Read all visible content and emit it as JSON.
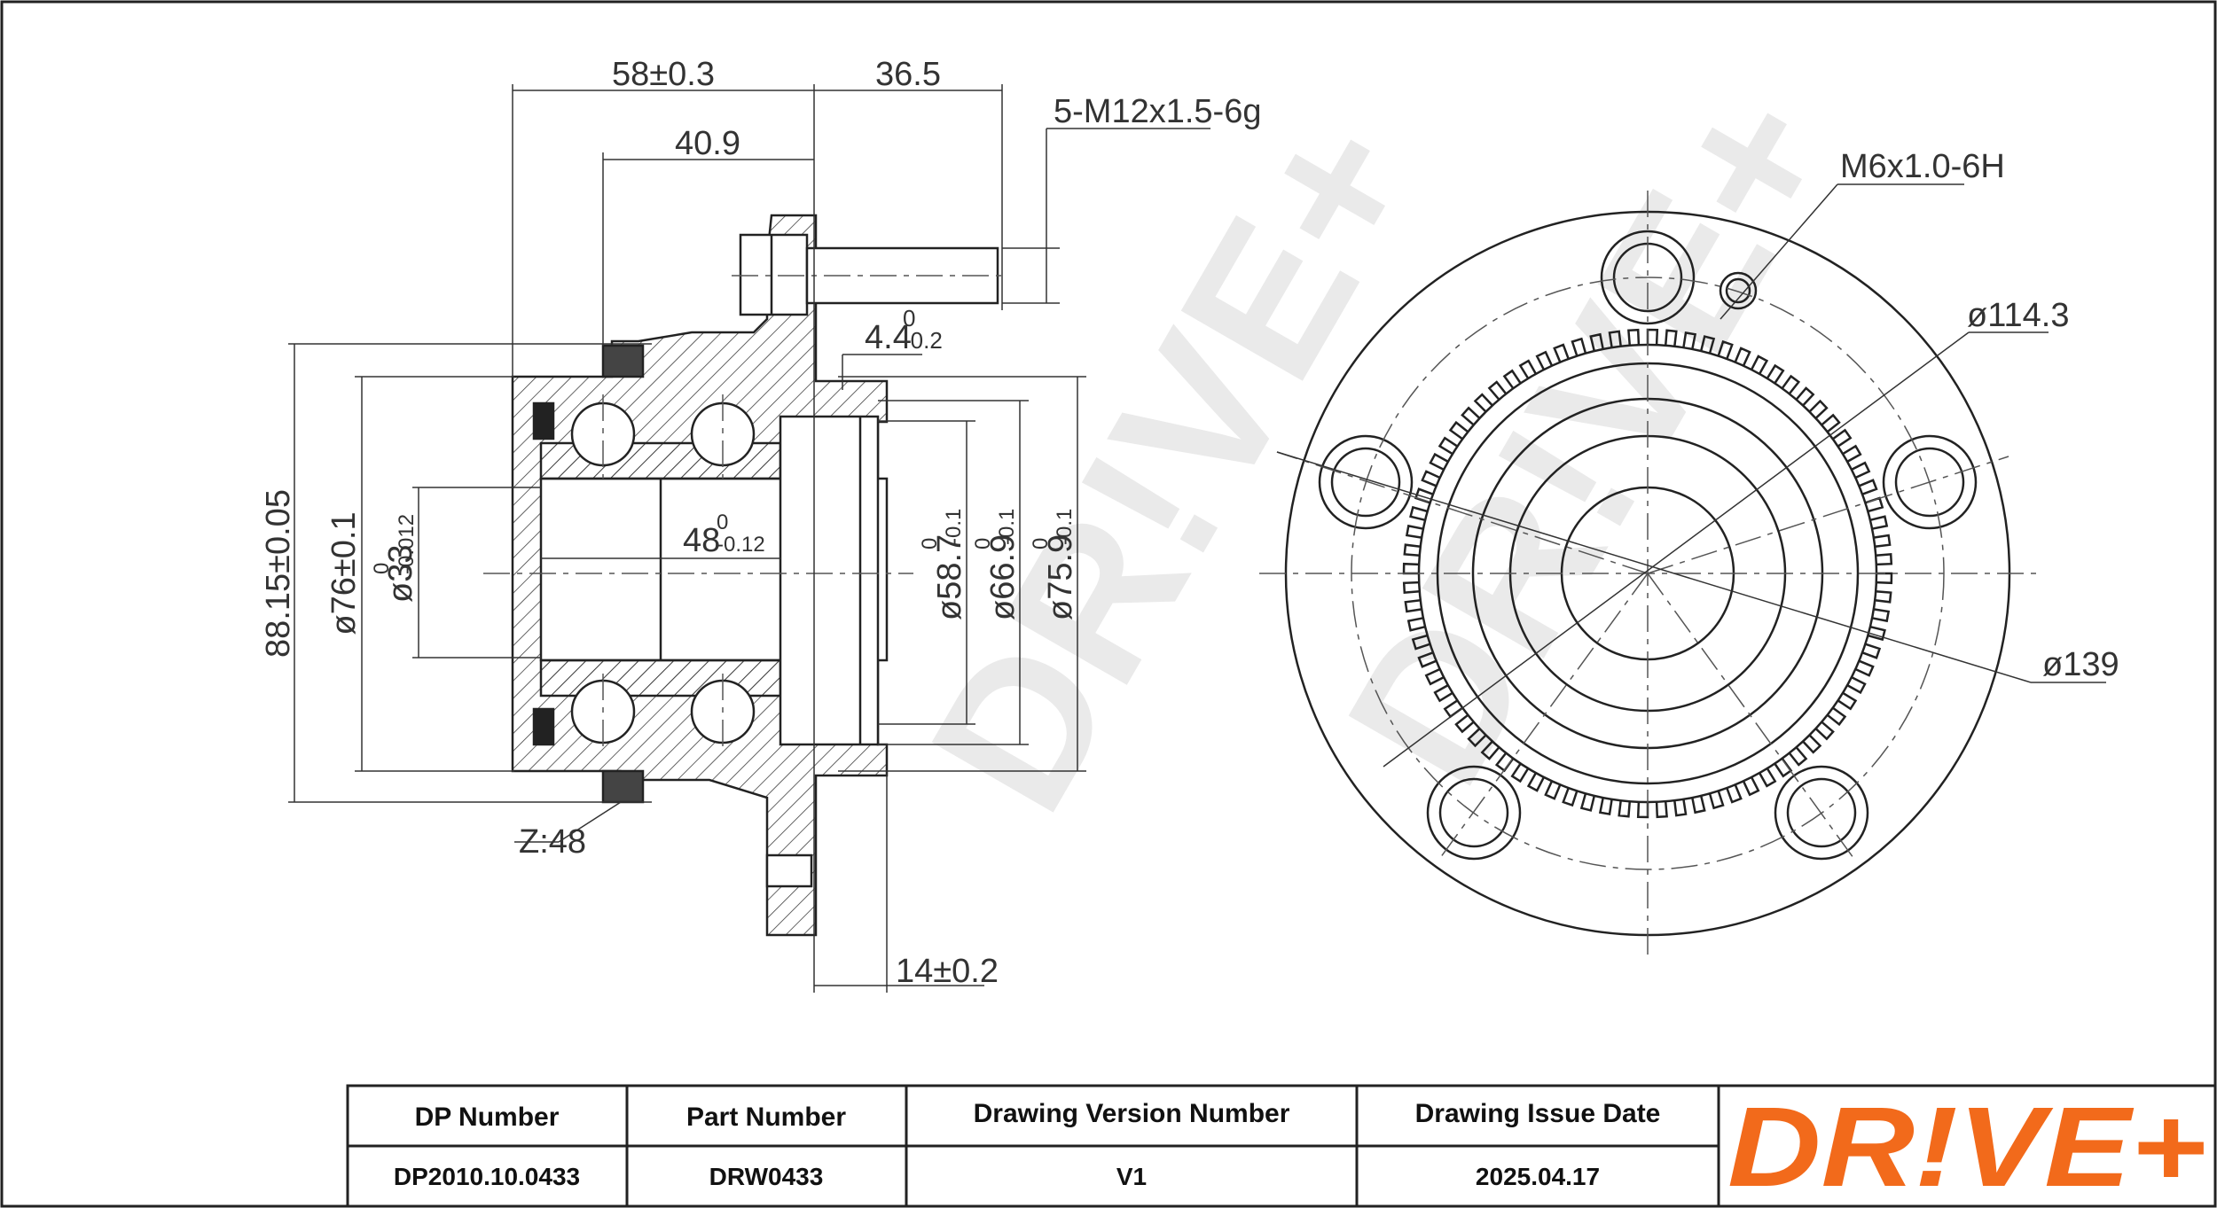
{
  "dimensions": {
    "d58": "58±0.3",
    "d36_5": "36.5",
    "d40_9": "40.9",
    "thread_stud": "5-M12x1.5-6g",
    "d4_4": "4.4",
    "d4_4_tol_up": "0",
    "d4_4_tol_low": "-0.2",
    "d88_15": "88.15±0.05",
    "d76": "ø76±0.1",
    "d33": "ø33",
    "d33_tol_up": "0",
    "d33_tol_low": "-0.012",
    "d48": "48",
    "d48_tol_up": "0",
    "d48_tol_low": "-0.12",
    "d58_7": "ø58.7",
    "d58_7_tol_up": "0",
    "d58_7_tol_low": "-0.1",
    "d66_9": "ø66.9",
    "d66_9_tol_up": "0",
    "d66_9_tol_low": "-0.1",
    "d75_9": "ø75.9",
    "d75_9_tol_up": "0",
    "d75_9_tol_low": "-0.1",
    "z48": "Z:48",
    "d14": "14±0.2",
    "thread_m6": "M6x1.0-6H",
    "d114_3": "ø114.3",
    "d139": "ø139"
  },
  "watermark": "DR!VE+",
  "title_block": {
    "headers": [
      "DP Number",
      "Part Number",
      "Drawing Version Number",
      "Drawing Issue Date"
    ],
    "values": [
      "DP2010.10.0433",
      "DRW0433",
      "V1",
      "2025.04.17"
    ]
  },
  "brand": {
    "logo_text": "DR!VE+",
    "color": "#f26a1b"
  }
}
